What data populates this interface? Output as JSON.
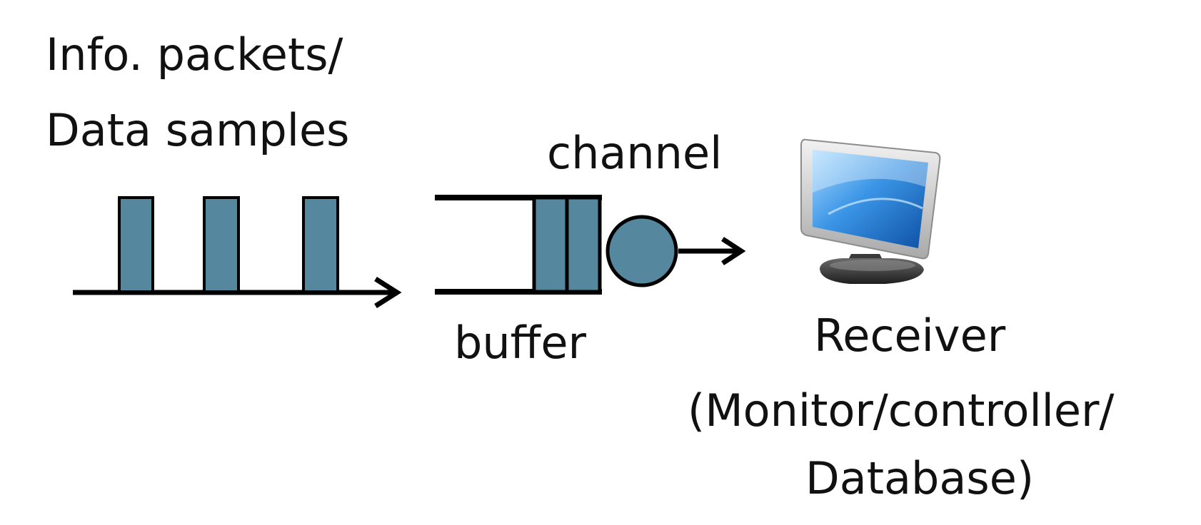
{
  "source": {
    "line1": "Info. packets/",
    "line2": "Data samples"
  },
  "buffer": {
    "label": "buffer"
  },
  "channel": {
    "label": "channel"
  },
  "receiver": {
    "label": "Receiver",
    "sub_line1": "(Monitor/controller/",
    "sub_line2": "Database)",
    "icon": "computer-monitor-icon"
  },
  "colors": {
    "packet_fill": "#55879f",
    "stroke": "#000000",
    "screen_blue": "#2d7fd1"
  }
}
